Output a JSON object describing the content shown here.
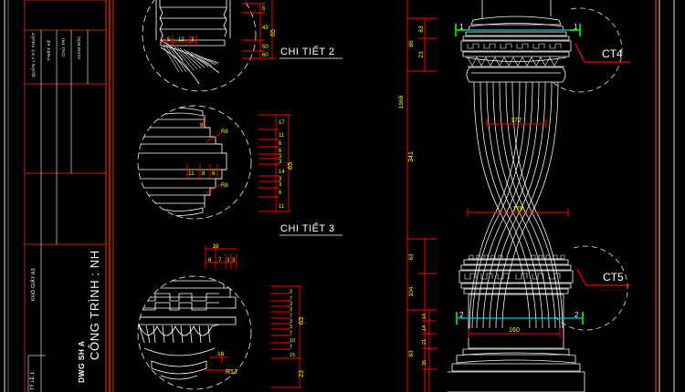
{
  "app": {
    "title": "AutoCAD Drawing Viewport",
    "background_color": "#000000"
  },
  "colors": {
    "geometry_white": "#ffffff",
    "dimension_red": "#ff0000",
    "dimension_text_yellow": "#ffff00",
    "section_green": "#00cc00",
    "section_cyan": "#00cccc",
    "border_red": "#cc2200",
    "border_gray": "#c8c8c8",
    "label_white": "#ffffff"
  },
  "title_block": {
    "rows": [
      {
        "label": "GIÁM ĐỐC"
      },
      {
        "label": "CHỦ TRÌ"
      },
      {
        "label": "THIẾT KẾ"
      },
      {
        "label": "QUẢN LÝ KỸ THUẬT"
      }
    ],
    "paper_size": "KHỔ GIẤY A3",
    "scale": "TỶ LỆ:1",
    "project_label": "CÔNG TRÌNH : NH",
    "drawing_label": "DWG SH A"
  },
  "details": [
    {
      "id": "detail-2",
      "caption": "CHI TIẾT 2",
      "horizontal_dims": [
        "5",
        "12",
        "3"
      ],
      "vertical_dims": [
        "5",
        "43",
        "50",
        "60",
        "65"
      ]
    },
    {
      "id": "detail-3",
      "caption": "CHI TIẾT 3",
      "horizontal_dims": [
        "11",
        "8",
        "6"
      ],
      "leader_dims": [
        "8",
        "R8",
        "R8"
      ],
      "vertical_dims": [
        "17",
        "11",
        "6",
        "6",
        "3",
        "3",
        "14",
        "3",
        "3",
        "6",
        "11"
      ],
      "vertical_total": "65"
    },
    {
      "id": "detail-4",
      "caption": "",
      "top_total": "19",
      "top_dims": [
        "6",
        "7",
        "3",
        "3"
      ],
      "leader_dims": [
        "16",
        "R12"
      ],
      "vertical_dims": [
        "3",
        "7",
        "3",
        "3",
        "7",
        "3",
        "3",
        "7",
        "10",
        "7",
        "15"
      ],
      "vertical_total": "63",
      "vertical_extra": "23"
    }
  ],
  "column": {
    "callouts": [
      {
        "id": "ct4",
        "label": "CT4"
      },
      {
        "id": "ct5",
        "label": "CT5"
      }
    ],
    "section_marks": [
      {
        "id": "section-1-left",
        "label": "1"
      },
      {
        "id": "section-1-right",
        "label": "1"
      },
      {
        "id": "section-2-left",
        "label": "2"
      },
      {
        "id": "section-2-right",
        "label": "2"
      }
    ],
    "width_dims": [
      {
        "id": "waist-width",
        "value": "172"
      },
      {
        "id": "upper-base-width",
        "value": "179"
      },
      {
        "id": "lower-base-width",
        "value": "160"
      }
    ],
    "height_dims": {
      "overall": "1968",
      "chain": [
        "63",
        "23",
        "86",
        "341",
        "63",
        "104",
        "83",
        "14",
        "14",
        "21",
        "35"
      ]
    }
  }
}
